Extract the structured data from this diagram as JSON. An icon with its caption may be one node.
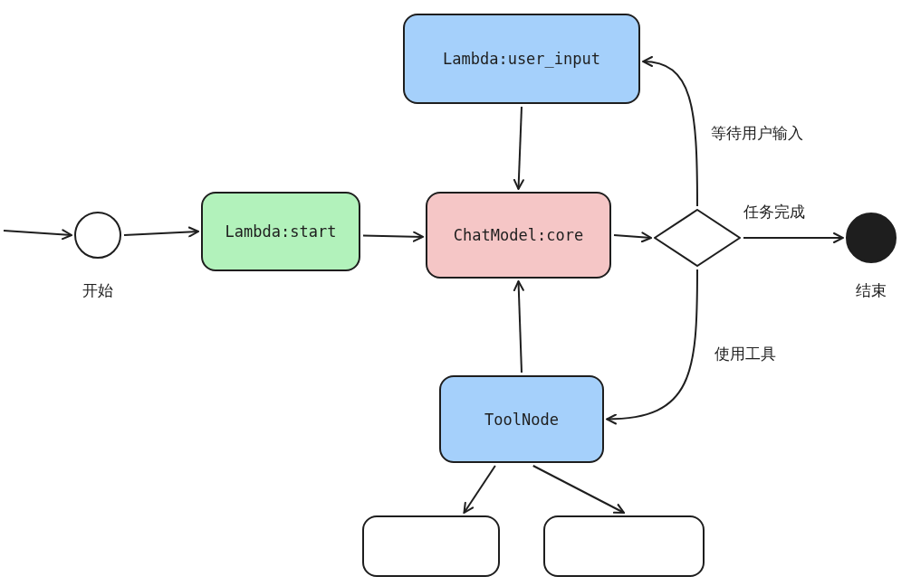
{
  "diagram": {
    "nodes": [
      {
        "text": [],
        "shape": "circle",
        "beside": [
          "开始"
        ]
      },
      {
        "text": [
          "Lambda:start"
        ]
      },
      {
        "text": [
          "ChatModel:core"
        ]
      },
      {
        "text": [
          "Lambda:user_input"
        ]
      },
      {
        "text": [],
        "shape": "diamond"
      },
      {
        "text": [],
        "shape": "circle",
        "beside": [
          "结束"
        ]
      },
      {
        "text": [
          "ToolNode"
        ]
      },
      {
        "text": [],
        "shape": "box"
      },
      {
        "text": [],
        "shape": "box"
      }
    ],
    "edges": [
      {
        "from": null,
        "to": 0,
        "arrow": "to"
      },
      {
        "from": 0,
        "to": 1,
        "arrow": "to"
      },
      {
        "from": 1,
        "to": 2,
        "arrow": "to"
      },
      {
        "from": 3,
        "to": 2,
        "arrow": "to"
      },
      {
        "from": 2,
        "to": 4,
        "arrow": "to"
      },
      {
        "from": 4,
        "to": 5,
        "arrow": "to",
        "label": "任务完成"
      },
      {
        "from": 4,
        "to": 3,
        "arrow": "to",
        "label": "等待用户输入"
      },
      {
        "from": 4,
        "to": 6,
        "arrow": "to",
        "label": "使用工具"
      },
      {
        "from": 6,
        "to": 2,
        "arrow": "to"
      },
      {
        "from": 6,
        "to": 7,
        "arrow": "to"
      },
      {
        "from": 6,
        "to": 8,
        "arrow": "to"
      }
    ]
  }
}
